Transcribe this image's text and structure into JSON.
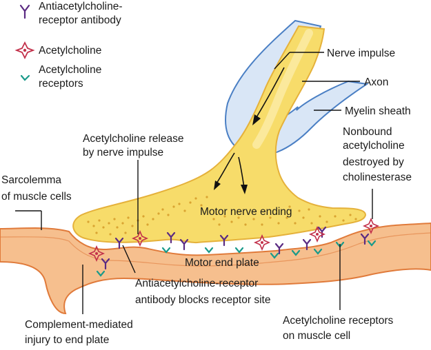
{
  "legend": {
    "antibody": [
      "Antiacetylcholine-",
      "receptor antibody"
    ],
    "acetylcholine": [
      "Acetylcholine"
    ],
    "receptors": [
      "Acetylcholine",
      "receptors"
    ]
  },
  "labels": {
    "nerve_impulse": [
      "Nerve impulse"
    ],
    "axon": [
      "Axon"
    ],
    "myelin_sheath": [
      "Myelin sheath"
    ],
    "ach_release": [
      "Acetylcholine release",
      "by nerve impulse"
    ],
    "nonbound": [
      "Nonbound",
      "acetylcholine",
      "destroyed by",
      "cholinesterase"
    ],
    "sarcolemma": [
      "Sarcolemma",
      "of muscle cells"
    ],
    "motor_nerve_ending": [
      "Motor nerve ending"
    ],
    "motor_end_plate": [
      "Motor end plate"
    ],
    "antibody_blocks": [
      "Antiacetylcholine-receptor",
      "antibody blocks receptor site"
    ],
    "complement": [
      "Complement-mediated",
      "injury to end plate"
    ],
    "ach_receptors_muscle": [
      "Acetylcholine receptors",
      "on muscle cell"
    ]
  },
  "colors": {
    "nerve_fill": "#f7dc6a",
    "nerve_edge": "#e5b13a",
    "nerve_dots": "#d9a432",
    "myelin_fill": "#d9e6f6",
    "myelin_edge": "#4a7fc4",
    "muscle_fill": "#f6bf8e",
    "muscle_edge": "#e07a3a",
    "antibody": "#5a2a82",
    "acetylcholine": "#c2304a",
    "receptor": "#1a9a8a"
  }
}
